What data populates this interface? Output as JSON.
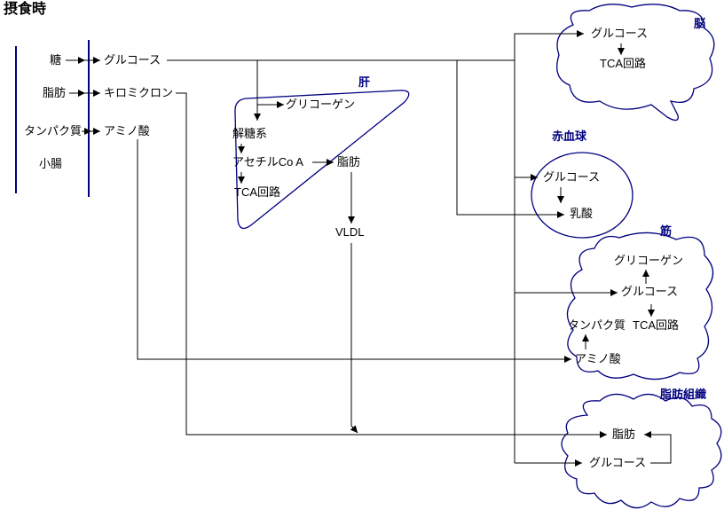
{
  "title": "摂食時",
  "colors": {
    "organ_outline": "#000080",
    "flow_line": "#000000",
    "background": "#ffffff"
  },
  "intestine": {
    "organ_label": "小腸",
    "inputs": [
      "糖",
      "脂肪",
      "タンパク質"
    ],
    "products": [
      "グルコース",
      "キロミクロン",
      "アミノ酸"
    ]
  },
  "liver": {
    "organ_label": "肝",
    "glycogen": "グリコーゲン",
    "glycolysis": "解糖系",
    "acetyl_coa": "アセチルCo A",
    "fat": "脂肪",
    "tca": "TCA回路",
    "vldl": "VLDL"
  },
  "brain": {
    "organ_label": "脳",
    "glucose": "グルコース",
    "tca": "TCA回路"
  },
  "rbc": {
    "organ_label": "赤血球",
    "glucose": "グルコース",
    "lactate": "乳酸"
  },
  "muscle": {
    "organ_label": "筋",
    "glycogen": "グリコーゲン",
    "glucose": "グルコース",
    "protein": "タンパク質",
    "tca": "TCA回路",
    "amino_acid": "アミノ酸"
  },
  "adipose": {
    "organ_label": "脂肪組織",
    "fat": "脂肪",
    "glucose": "グルコース"
  }
}
